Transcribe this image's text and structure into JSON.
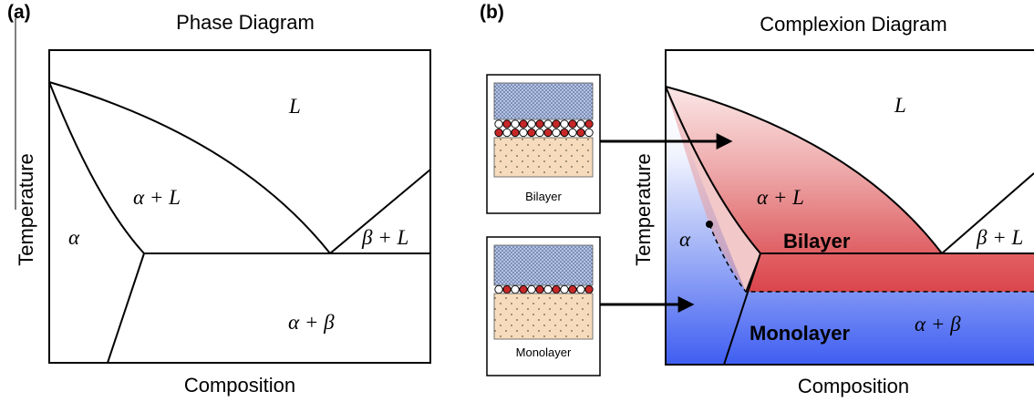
{
  "panel_a": {
    "tag": "(a)",
    "title": "Phase Diagram",
    "ylabel": "Temperature",
    "xlabel": "Composition",
    "regions": {
      "liquid": "L",
      "alpha_liquid": "α + L",
      "alpha": "α",
      "beta_liquid": "β + L",
      "alpha_beta": "α + β"
    }
  },
  "panel_b": {
    "tag": "(b)",
    "title": "Complexion Diagram",
    "ylabel": "Temperature",
    "xlabel": "Composition",
    "regions": {
      "liquid": "L",
      "alpha_liquid": "α + L",
      "alpha": "α",
      "beta_liquid": "β + L",
      "alpha_beta": "α + β",
      "bilayer": "Bilayer",
      "monolayer": "Monolayer"
    },
    "insets": {
      "bilayer_caption": "Bilayer",
      "monolayer_caption": "Monolayer"
    }
  },
  "colors": {
    "bilayer_red": "#d9464c",
    "monolayer_blue": "#3f5ef2",
    "atom_red": "#c62828",
    "grain_top": "#aebfe2",
    "grain_bottom": "#f4dcbc"
  }
}
